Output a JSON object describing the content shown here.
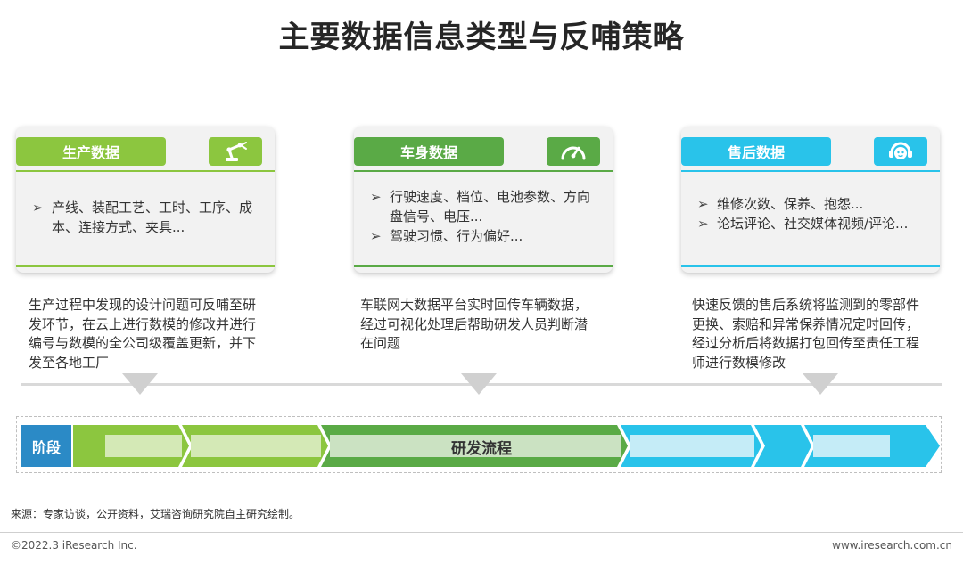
{
  "title": "主要数据信息类型与反哺策略",
  "cards": [
    {
      "label": "生产数据",
      "icon": "robot-arm-icon",
      "color": "#8cc63f",
      "bullets": [
        "产线、装配工艺、工时、工序、成本、连接方式、夹具..."
      ]
    },
    {
      "label": "车身数据",
      "icon": "speedometer-icon",
      "color": "#5aaa46",
      "bullets": [
        "行驶速度、档位、电池参数、方向盘信号、电压...",
        "驾驶习惯、行为偏好..."
      ]
    },
    {
      "label": "售后数据",
      "icon": "customer-service-icon",
      "color": "#29c3ea",
      "bullets": [
        "维修次数、保养、抱怨...",
        "论坛评论、社交媒体视频/评论..."
      ]
    }
  ],
  "descriptions": [
    "生产过程中发现的设计问题可反哺至研发环节，在云上进行数模的修改并进行编号与数模的全公司级覆盖更新，并下发至各地工厂",
    "车联网大数据平台实时回传车辆数据，经过可视化处理后帮助研发人员判断潜在问题",
    "快速反馈的售后系统将监测到的零部件更换、索赔和异常保养情况定时回传，经过分析后将数据打包回传至责任工程师进行数模修改"
  ],
  "flow": {
    "stage_label": "阶段",
    "process_label": "研发流程"
  },
  "bullet_glyph": "➢",
  "source": "来源：专家访谈，公开资料，艾瑞咨询研究院自主研究绘制。",
  "copyright": "©2022.3 iResearch Inc.",
  "website": "www.iresearch.com.cn"
}
